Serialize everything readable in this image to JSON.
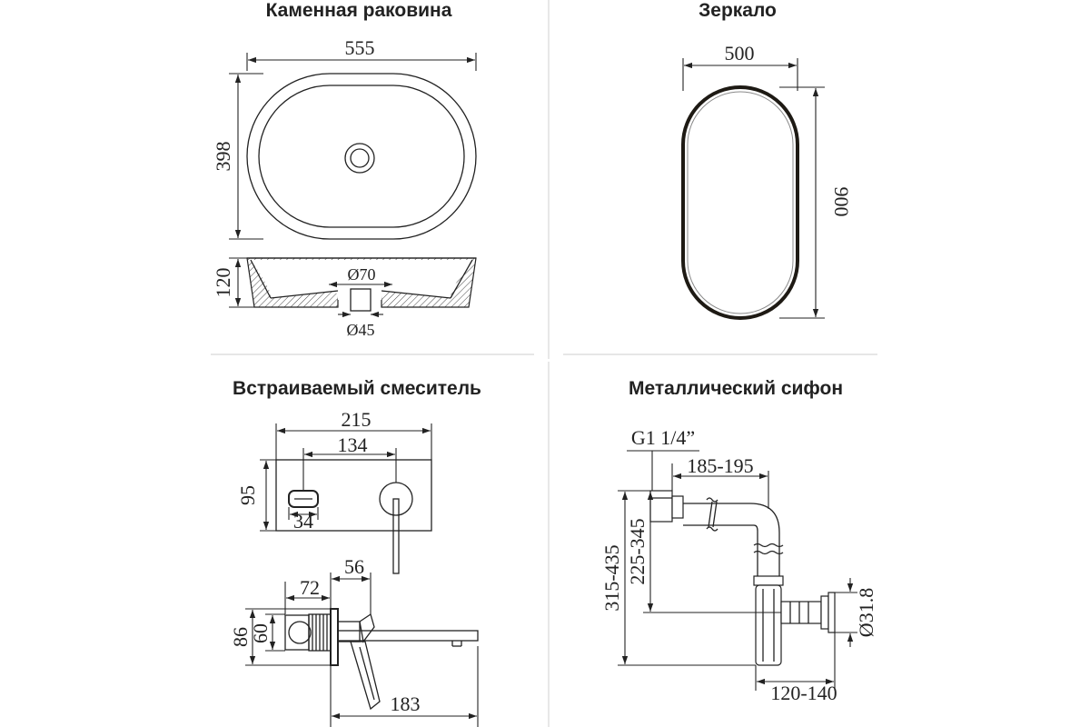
{
  "sections": {
    "sink": {
      "title": "Каменная раковина",
      "width": "555",
      "height": "398",
      "depth": "120",
      "outer_diameter": "Ø70",
      "inner_diameter": "Ø45"
    },
    "mirror": {
      "title": "Зеркало",
      "width": "500",
      "height": "900"
    },
    "mixer": {
      "title": "Встраиваемый смеситель",
      "plate_width": "215",
      "axis_spacing": "134",
      "plate_height": "95",
      "knob_width": "34",
      "body_depth": "72",
      "wall_offset": "56",
      "flange_height": "86",
      "body_height": "60",
      "spout_length": "183"
    },
    "siphon": {
      "title": "Металлический сифон",
      "thread": "G1 1/4”",
      "reach": "185-195",
      "height_range": "225-345",
      "total_height": "315-435",
      "outlet_diameter": "Ø31.8",
      "outlet_length": "120-140"
    }
  }
}
